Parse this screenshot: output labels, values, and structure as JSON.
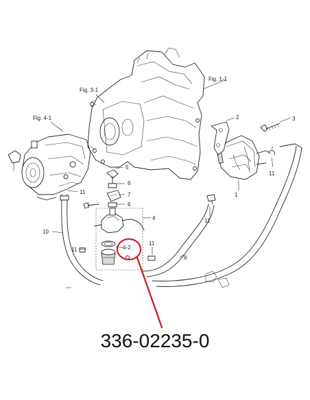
{
  "figure_refs": [
    {
      "id": "fig-1-1",
      "text": "Fig. 1-1"
    },
    {
      "id": "fig-3-1",
      "text": "Fig. 3-1"
    },
    {
      "id": "fig-4-1",
      "text": "Fig. 4-1"
    }
  ],
  "callouts": [
    {
      "id": "callout-2",
      "text": "2"
    },
    {
      "id": "callout-3",
      "text": "3"
    },
    {
      "id": "callout-1",
      "text": "1"
    },
    {
      "id": "callout-11-pump",
      "text": "11"
    },
    {
      "id": "callout-11-carb",
      "text": "11"
    },
    {
      "id": "callout-5",
      "text": "5"
    },
    {
      "id": "callout-6-top",
      "text": "6"
    },
    {
      "id": "callout-7",
      "text": "7"
    },
    {
      "id": "callout-6-mid",
      "text": "6"
    },
    {
      "id": "callout-4",
      "text": "4"
    },
    {
      "id": "callout-11-hose",
      "text": "11"
    },
    {
      "id": "callout-10",
      "text": "10"
    },
    {
      "id": "callout-11-left",
      "text": "11"
    },
    {
      "id": "callout-4-2",
      "text": "4-2"
    },
    {
      "id": "callout-11-filter",
      "text": "11"
    },
    {
      "id": "callout-9",
      "text": "9"
    }
  ],
  "highlight": {
    "part_number": "336-02235-0",
    "color": "#d0202a"
  }
}
